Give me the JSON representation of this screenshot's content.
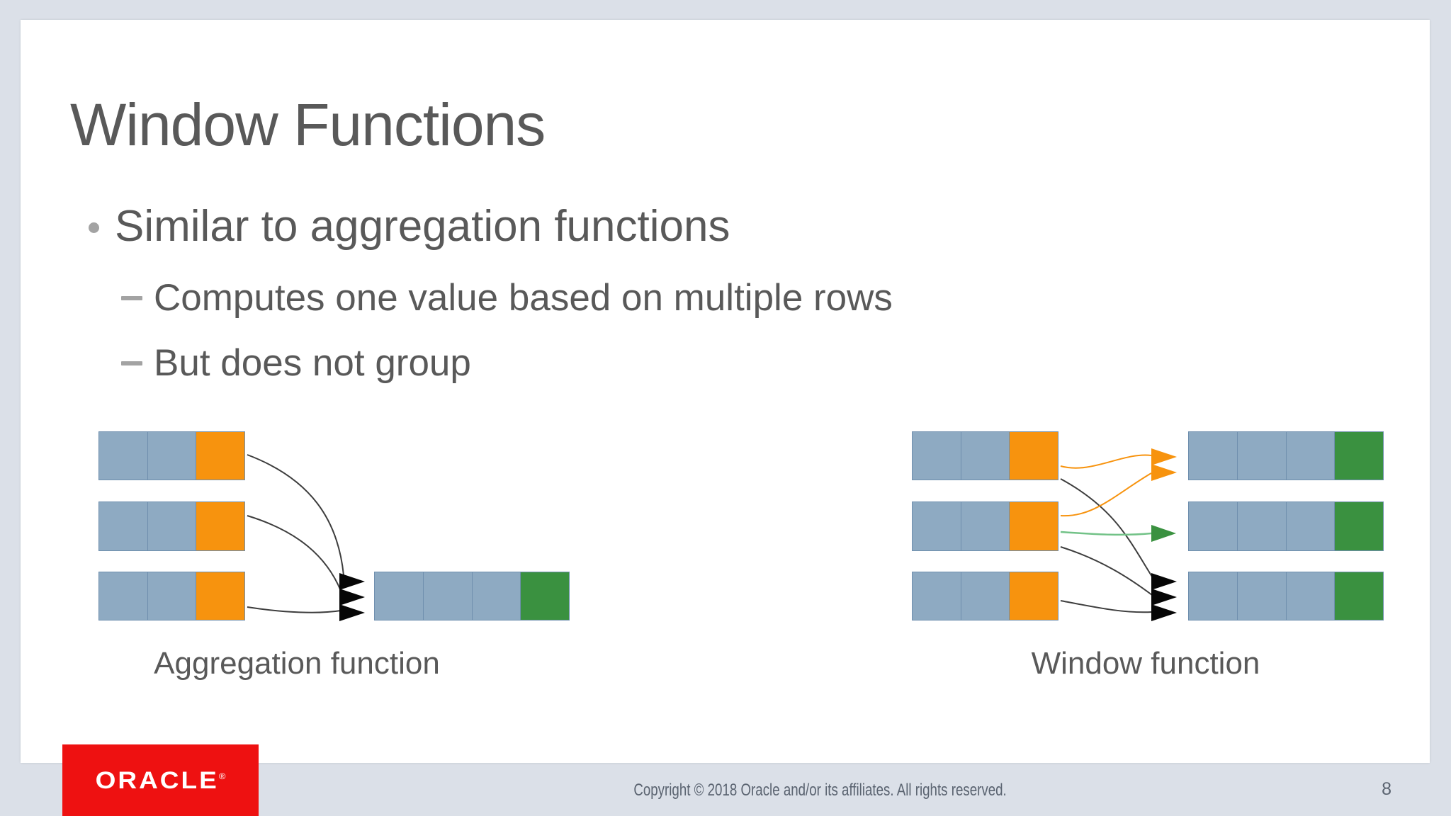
{
  "palette": {
    "background": "#dbe0e8",
    "slide": "#ffffff",
    "text": "#595959",
    "muted_bullet": "#a3a3a3",
    "cell_blue": "#8eaac2",
    "cell_orange": "#f7930e",
    "cell_green": "#3a9140",
    "cell_border": "#6f8fae",
    "arrow_dark": "#3d3d3d",
    "arrow_black": "#060606",
    "arrow_orange": "#f7930e",
    "arrow_green_line": "#72c287",
    "arrow_green": "#3a9140",
    "oracle_red": "#ee1111",
    "footer_text": "#5a6370"
  },
  "slide": {
    "title": "Window Functions",
    "bullet": "Similar to aggregation functions",
    "sub_bullets": [
      "Computes one value based on multiple rows",
      "But does not group"
    ]
  },
  "diagram_data": {
    "left": {
      "label": "Aggregation function",
      "source_rows": [
        [
          "blue",
          "blue",
          "orange"
        ],
        [
          "blue",
          "blue",
          "orange"
        ],
        [
          "blue",
          "blue",
          "orange"
        ]
      ],
      "result_rows": [
        [
          "blue",
          "blue",
          "blue",
          "green"
        ]
      ],
      "arrow_colors": [
        "black",
        "black",
        "black"
      ]
    },
    "right": {
      "label": "Window function",
      "source_rows": [
        [
          "blue",
          "blue",
          "orange"
        ],
        [
          "blue",
          "blue",
          "orange"
        ],
        [
          "blue",
          "blue",
          "orange"
        ]
      ],
      "result_rows": [
        [
          "blue",
          "blue",
          "blue",
          "green"
        ],
        [
          "blue",
          "blue",
          "blue",
          "green"
        ],
        [
          "blue",
          "blue",
          "blue",
          "green"
        ]
      ],
      "arrow_colors": [
        "orange",
        "orange",
        "green",
        "black",
        "black",
        "black"
      ]
    }
  },
  "footer": {
    "copyright": "Copyright © 2018 Oracle and/or its affiliates. All rights reserved.",
    "page_number": "8",
    "logo_text": "ORACLE",
    "logo_mark": "®"
  }
}
